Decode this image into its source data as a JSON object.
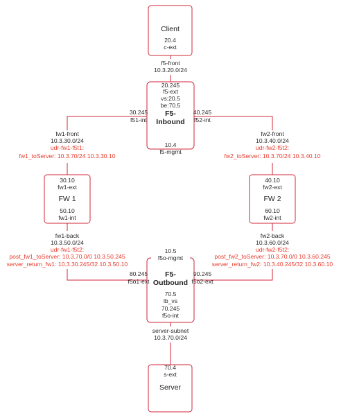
{
  "client": {
    "name": "Client",
    "ip": "20.4",
    "iface": "c-ext"
  },
  "f5_front": {
    "name": "f5-front",
    "cidr": "10.3.20.0/24"
  },
  "f5_inbound": {
    "line1": "F5-",
    "line2": "Inbound",
    "top": [
      "20.245",
      "f5-ext",
      "vs:20.5",
      "be:70.5"
    ],
    "left": [
      "30.245",
      "f51-int"
    ],
    "right": [
      "40.245",
      "f52-int"
    ],
    "bottom": [
      "10.4",
      "f5-mgmt"
    ]
  },
  "fw1_front": {
    "name": "fw1-front",
    "cidr": "10.3.30.0/24",
    "udr": "udr-fw1-f5t1:",
    "route": "fw1_toServer: 10.3.70/24 10.3.30.10"
  },
  "fw2_front": {
    "name": "fw2-front",
    "cidr": "10.3.40.0/24",
    "udr": "udr-fw2-f5t2:",
    "route": "fw2_toServer: 10.3.70/24 10.3.40.10"
  },
  "fw1": {
    "name": "FW 1",
    "top": [
      "30.10",
      "fw1-ext"
    ],
    "bottom": [
      "50.10",
      "fw1-int"
    ]
  },
  "fw2": {
    "name": "FW 2",
    "top": [
      "40.10",
      "fw2-ext"
    ],
    "bottom": [
      "60.10",
      "fw2-int"
    ]
  },
  "fw1_back": {
    "name": "fw1-back",
    "cidr": "10.3.50.0/24",
    "udr": "udr-fw1-f5t2:",
    "route1": "post_fw1_toServer: 10.3.70.0/0 10.3.50.245",
    "route2": "server_return_fw1: 10.3.30.245/32 10.3.50.10"
  },
  "fw2_back": {
    "name": "fw2-back",
    "cidr": "10.3.60.0/24",
    "udr": "udr-fw2-f5t2:",
    "route1": "post_fw2_toServer: 10.3.70.0/0 10.3.60.245",
    "route2": "server_return_fw2: 10.3.40.245/32 10.3.60.10"
  },
  "f5_outbound": {
    "line1": "F5-",
    "line2": "Outbound",
    "top": [
      "10.5",
      "f5o-mgmt"
    ],
    "left": [
      "80.245",
      "f5o1-ext"
    ],
    "right": [
      "90.245",
      "f5o2-ext"
    ],
    "bottom": [
      "70.5",
      "lb_vs",
      "70.245",
      "f5o-int"
    ]
  },
  "server_subnet": {
    "name": "server-subnet",
    "cidr": "10.3.70.0/24"
  },
  "server": {
    "name": "Server",
    "ip": "70.4",
    "iface": "s-ext"
  }
}
